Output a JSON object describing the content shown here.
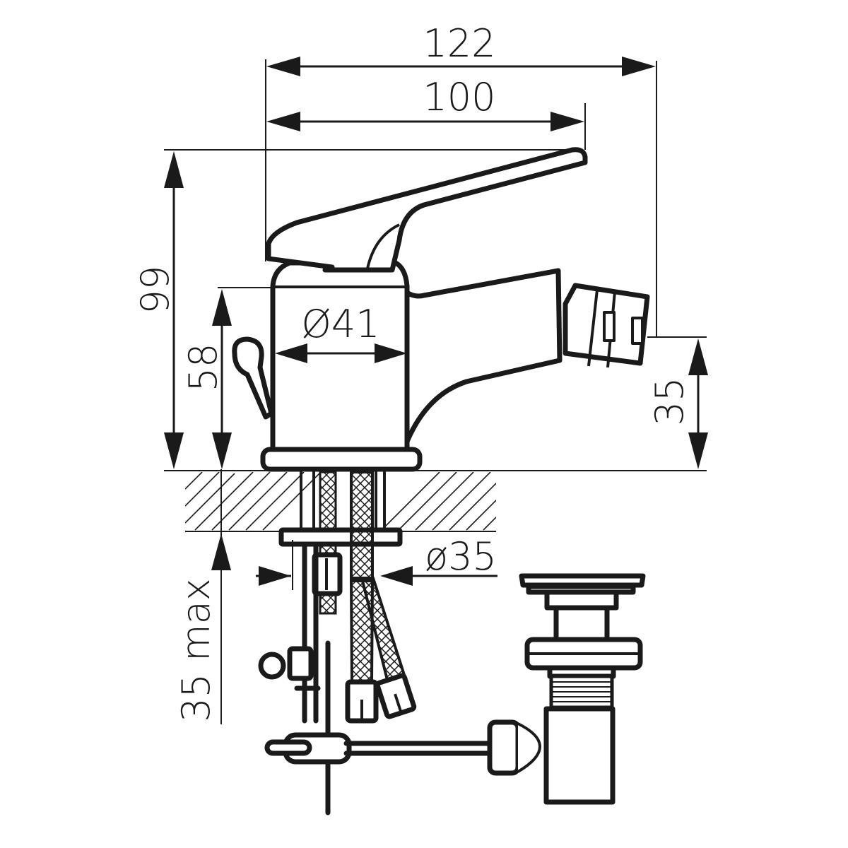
{
  "drawing": {
    "subject": "Bidet mixer tap technical dimension drawing",
    "colors": {
      "line": "#1a1a1a",
      "background": "#ffffff"
    }
  },
  "dimensions": {
    "overall_width": "122",
    "spout_reach": "100",
    "overall_height": "99",
    "body_height": "58",
    "body_diameter": "Ø41",
    "outlet_height": "35",
    "hole_diameter": "ø35",
    "max_deck_thickness": "35 max"
  },
  "components": [
    "lever-handle",
    "mixer-body",
    "spout",
    "swivel-aerator",
    "pop-up-knob",
    "base-plate",
    "mounting-stud",
    "flexible-hoses",
    "fixing-nut",
    "pop-up-rod-linkage",
    "pop-up-waste"
  ]
}
